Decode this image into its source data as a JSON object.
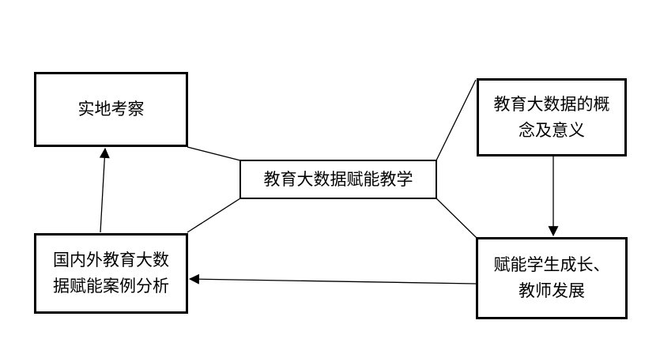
{
  "diagram": {
    "title_concept": "educational big data empowering teaching mind-map",
    "background_color": "#ffffff",
    "line_color": "#000000",
    "nodes": {
      "center": {
        "label": "教育大数据赋能教学"
      },
      "top_left": {
        "label": "实地考察"
      },
      "top_right": {
        "label": "教育大数据的概\n念及意义"
      },
      "bottom_left": {
        "label": "国内外教育大数\n据赋能案例分析"
      },
      "bottom_right": {
        "label": "赋能学生成长、\n教师发展"
      }
    },
    "edges": [
      {
        "from": "center",
        "to": "top_left",
        "arrow": false
      },
      {
        "from": "center",
        "to": "top_right",
        "arrow": false
      },
      {
        "from": "center",
        "to": "bottom_left",
        "arrow": false
      },
      {
        "from": "center",
        "to": "bottom_right",
        "arrow": false
      },
      {
        "from": "top_right",
        "to": "bottom_right",
        "arrow": true
      },
      {
        "from": "bottom_right",
        "to": "bottom_left",
        "arrow": true
      },
      {
        "from": "bottom_left",
        "to": "top_left",
        "arrow": true
      }
    ]
  }
}
